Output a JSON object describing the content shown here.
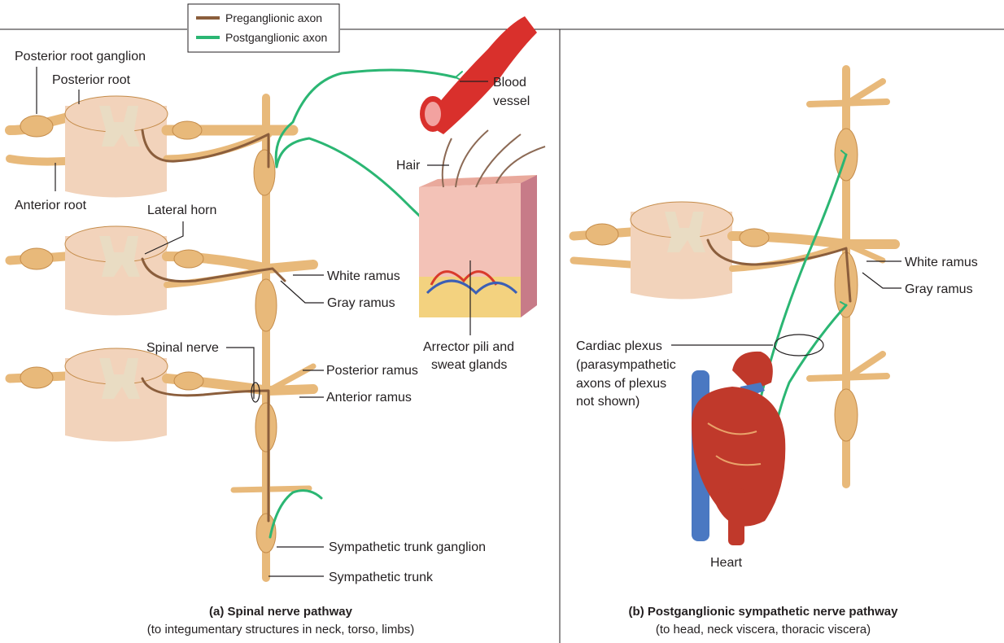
{
  "legend": {
    "preganglionic_label": "Preganglionic axon",
    "postganglionic_label": "Postganglionic axon",
    "preganglionic_color": "#8b5e3c",
    "postganglionic_color": "#2bb673"
  },
  "colors": {
    "nerve": "#e8b97a",
    "nerve_edge": "#c58c4a",
    "spinal_cord": "#f2d3bb",
    "gray_matter": "#e9dcc3",
    "vessel": "#d9302c",
    "heart": "#c0392b",
    "vein": "#4a78c2"
  },
  "panel_a": {
    "labels": {
      "posterior_root_ganglion": "Posterior root ganglion",
      "posterior_root": "Posterior root",
      "anterior_root": "Anterior root",
      "lateral_horn": "Lateral horn",
      "spinal_nerve": "Spinal nerve",
      "white_ramus": "White ramus",
      "gray_ramus": "Gray ramus",
      "posterior_ramus": "Posterior ramus",
      "anterior_ramus": "Anterior ramus",
      "sympathetic_trunk_ganglion": "Sympathetic trunk ganglion",
      "sympathetic_trunk": "Sympathetic trunk",
      "blood_vessel_line1": "Blood",
      "blood_vessel_line2": "vessel",
      "hair": "Hair",
      "arrector_line1": "Arrector pili and",
      "arrector_line2": "sweat glands"
    },
    "caption_title": "(a) Spinal nerve pathway",
    "caption_sub": "(to integumentary structures in neck, torso, limbs)"
  },
  "panel_b": {
    "labels": {
      "white_ramus": "White ramus",
      "gray_ramus": "Gray ramus",
      "cardiac_plexus_line1": "Cardiac plexus",
      "cardiac_plexus_line2": "(parasympathetic",
      "cardiac_plexus_line3": "axons of plexus",
      "cardiac_plexus_line4": "not shown)",
      "heart": "Heart"
    },
    "caption_title": "(b) Postganglionic sympathetic nerve pathway",
    "caption_sub": "(to head, neck viscera, thoracic viscera)"
  }
}
